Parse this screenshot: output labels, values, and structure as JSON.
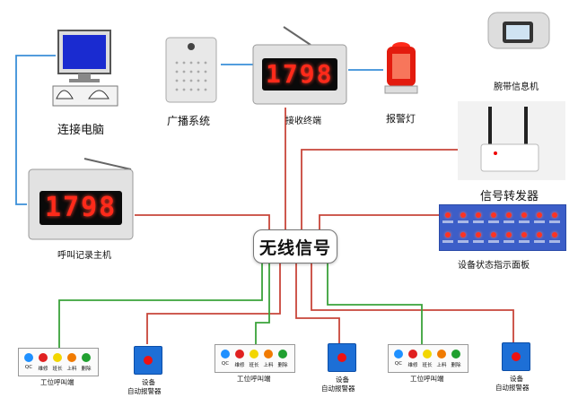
{
  "nodes": {
    "computer": "连接电脑",
    "speaker": "广播系统",
    "receiver": "接收终端",
    "alarm_light": "报警灯",
    "wrist": "腕带信息机",
    "relay": "信号转发器",
    "host": "呼叫记录主机",
    "hub": "无线信号",
    "panel": "设备状态指示面板"
  },
  "displays": {
    "receiver_digits": "1798",
    "host_digits": "1798"
  },
  "terminal_buttons": [
    "QC",
    "维修",
    "班长",
    "上料",
    "删除"
  ],
  "terminal_label": "工位呼叫端",
  "alarm_label_line1": "设备",
  "alarm_label_line2": "自动报警器",
  "colors": {
    "blue_wire": "#3a8fd8",
    "red_wire": "#c8463a",
    "green_wire": "#3aa23a",
    "btn_blue": "#1e90ff",
    "btn_red": "#e02020",
    "btn_yellow": "#f2d600",
    "btn_orange": "#f07a00",
    "btn_green": "#20a030"
  }
}
